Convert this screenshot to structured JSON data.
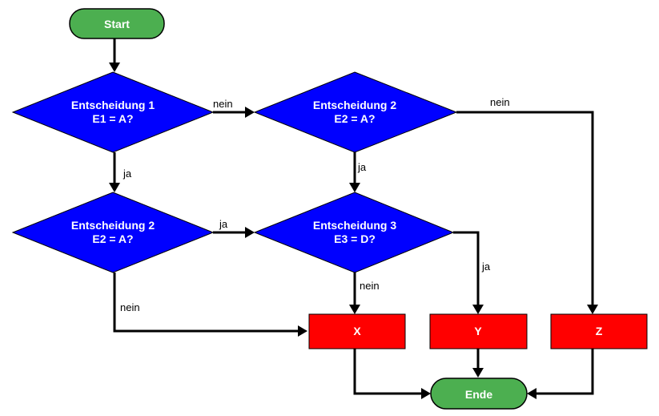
{
  "colors": {
    "terminal_fill": "#4caf50",
    "decision_fill": "#0000ff",
    "process_fill": "#ff0000",
    "edge": "#000000",
    "text_on_shape": "#ffffff"
  },
  "nodes": {
    "start": {
      "label": "Start"
    },
    "decision_1": {
      "line1": "Entscheidung 1",
      "line2": "E1 = A?"
    },
    "decision_2_top": {
      "line1": "Entscheidung 2",
      "line2": "E2 = A?"
    },
    "decision_2_left": {
      "line1": "Entscheidung 2",
      "line2": "E2 = A?"
    },
    "decision_3": {
      "line1": "Entscheidung 3",
      "line2": "E3 = D?"
    },
    "process_x": {
      "label": "X"
    },
    "process_y": {
      "label": "Y"
    },
    "process_z": {
      "label": "Z"
    },
    "end": {
      "label": "Ende"
    }
  },
  "edges": {
    "d1_to_d2top": "nein",
    "d2top_to_z": "nein",
    "d1_to_d2left": "ja",
    "d2top_to_d3": "ja",
    "d2left_to_d3": "ja",
    "d2left_to_x": "nein",
    "d3_to_x": "nein",
    "d3_to_y": "ja"
  }
}
